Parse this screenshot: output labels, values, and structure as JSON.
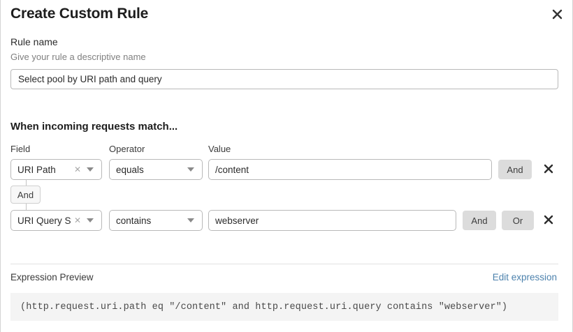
{
  "modal": {
    "title": "Create Custom Rule",
    "close_icon": "close-icon"
  },
  "rule_name": {
    "label": "Rule name",
    "helper": "Give your rule a descriptive name",
    "value": "Select pool by URI path and query",
    "placeholder": "Select pool by URI path and query"
  },
  "match_section": {
    "heading": "When incoming requests match...",
    "columns": {
      "field": "Field",
      "operator": "Operator",
      "value": "Value"
    },
    "connector": {
      "label": "And"
    },
    "rows": [
      {
        "field": "URI Path",
        "operator": "equals",
        "value": "/content",
        "clear_icon": "close-small-icon",
        "caret_icon": "chevron-down-icon",
        "and_label": "And",
        "remove_icon": "remove-icon"
      },
      {
        "field": "URI Query St...",
        "operator": "contains",
        "value": "webserver",
        "clear_icon": "close-small-icon",
        "caret_icon": "chevron-down-icon",
        "and_label": "And",
        "or_label": "Or",
        "remove_icon": "remove-icon"
      }
    ]
  },
  "expression": {
    "label": "Expression Preview",
    "edit_link": "Edit expression",
    "code": "(http.request.uri.path eq \"/content\" and http.request.uri.query contains \"webserver\")"
  },
  "colors": {
    "accent_link": "#4d82ad",
    "button_gray": "#dcdcdc",
    "border": "#b9b9b9",
    "code_bg": "#f4f4f4"
  }
}
